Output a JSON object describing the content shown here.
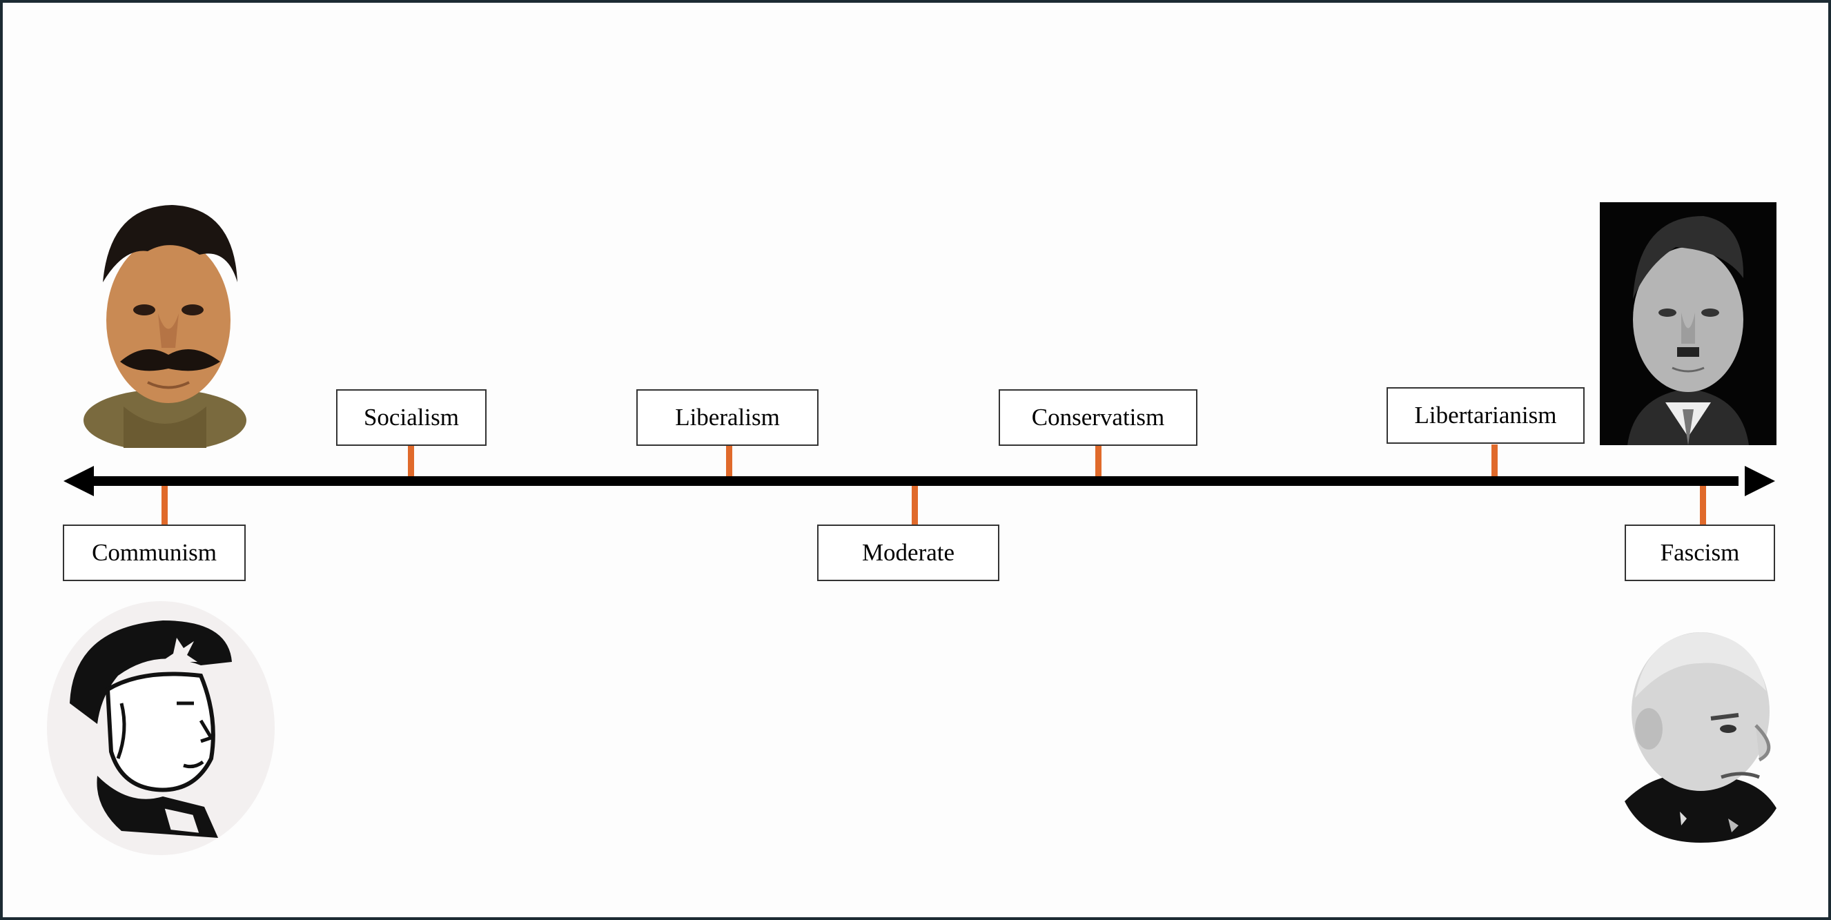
{
  "spectrum": {
    "labels": {
      "communism": "Communism",
      "socialism": "Socialism",
      "liberalism": "Liberalism",
      "moderate": "Moderate",
      "conservatism": "Conservatism",
      "libertarianism": "Libertarianism",
      "fascism": "Fascism"
    }
  },
  "colors": {
    "axis": "#000000",
    "tick": "#e06a2b",
    "label_border": "#333333",
    "frame_border": "#1c2b33"
  },
  "icons": {
    "left_arrow": "arrow-left-icon",
    "right_arrow": "arrow-right-icon"
  }
}
